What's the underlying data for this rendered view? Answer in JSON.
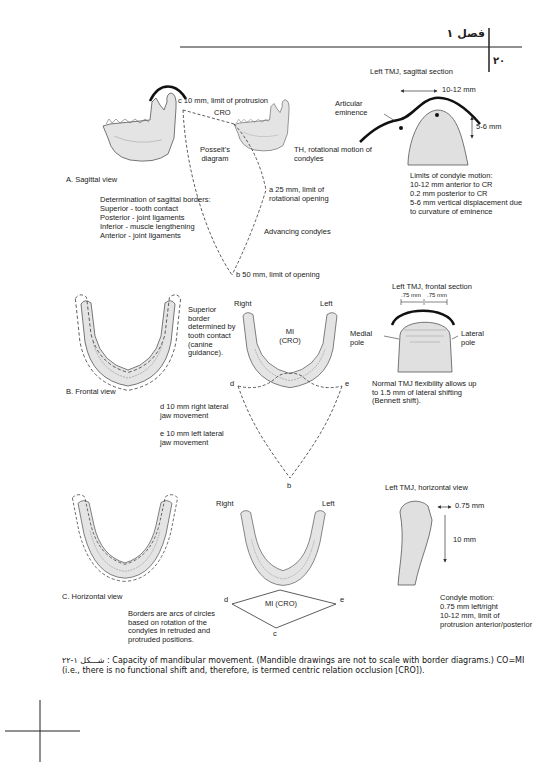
{
  "diagram": {
    "caption": "شـــکل ۱-۲۲ : Capacity of mandibular movement. (Mandible drawings are not to scale with border diagrams.) CO=MI (i.e., there is no functional shift and, therefore, is termed centric relation occlusion [CRO]).",
    "labels": [
      "فصل ۱",
      "۲۰",
      "c 10 mm, limit of protrusion",
      "CRO",
      "Posselt's diagram",
      "TH, rotational motion of condyles",
      "a 25 mm, limit of rotational opening",
      "Advancing condyles",
      "b 50 mm, limit of opening",
      "A. Sagittal view",
      "Determination of sagittal borders:",
      "Superior - tooth contact",
      "Posterior - joint ligaments",
      "Inferior - muscle lengthening",
      "Anterior - joint ligaments",
      "Left TMJ, sagittal section",
      "10-12 mm",
      "Articular eminence",
      "5-6 mm",
      "Limits of condyle motion:",
      "10-12 mm anterior to CR",
      "0.2 mm posterior to CR",
      "5-6 mm vertical displacement due to curvature of eminence",
      "Right",
      "Left",
      "Superior border determined by tooth contact (canine guidance).",
      "MI (CRO)",
      "d",
      "e",
      "B. Frontal view",
      "d 10 mm right lateral jaw movement",
      "e 10 mm left lateral jaw movement",
      "b",
      "Left TMJ, frontal section",
      ".75 mm",
      ".75 mm",
      "Medial pole",
      "Lateral pole",
      "Normal TMJ flexibility allows up to 1.5 mm of lateral shifting (Bennett shift).",
      "Left TMJ, horizontal view",
      "Right",
      "Left",
      "0.75 mm",
      "10 mm",
      "C. Horizontal view",
      "d",
      "MI (CRO)",
      "e",
      "Borders are arcs of circles based on rotation of the condyles in retruded and protruded positions.",
      "c",
      "Condyle motion:",
      "0.75 mm left/right",
      "10-12 mm, limit of protrusion anterior/posterior"
    ]
  }
}
